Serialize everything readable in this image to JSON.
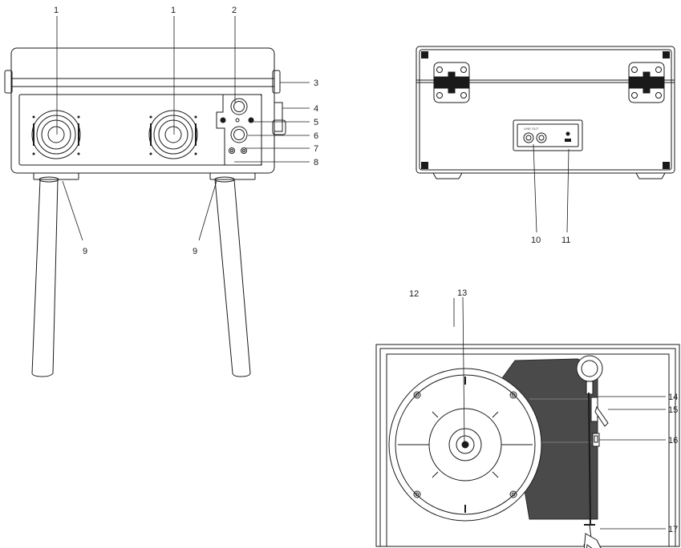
{
  "callouts": {
    "c1a": "1",
    "c1b": "1",
    "c2": "2",
    "c3": "3",
    "c4": "4",
    "c5": "5",
    "c6": "6",
    "c7": "7",
    "c8": "8",
    "c9a": "9",
    "c9b": "9",
    "c10": "10",
    "c11": "11",
    "c12": "12",
    "c13": "13",
    "c14": "14",
    "c15": "15",
    "c16": "16",
    "c17": "17"
  },
  "rear_panel": {
    "line_out_label": "LINE OUT"
  },
  "colors": {
    "line": "#1a1a1a",
    "dark_fill": "#4a4a4a",
    "background": "#ffffff"
  }
}
